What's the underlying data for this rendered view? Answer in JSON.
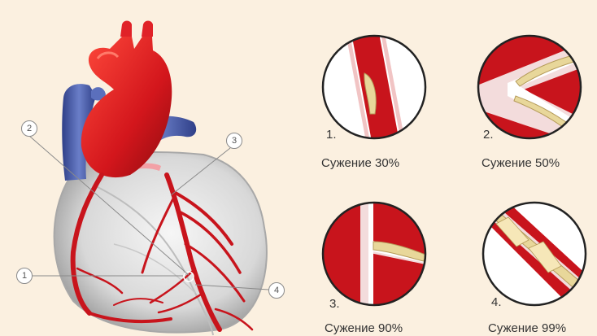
{
  "callouts": [
    "1",
    "2",
    "3",
    "4"
  ],
  "panels": [
    {
      "number": "1.",
      "label": "Сужение 30%",
      "narrowing_percent": 30
    },
    {
      "number": "2.",
      "label": "Сужение 50%",
      "narrowing_percent": 50
    },
    {
      "number": "3.",
      "label": "Сужение 90%",
      "narrowing_percent": 90
    },
    {
      "number": "4.",
      "label": "Сужение 99%",
      "narrowing_percent": 99
    }
  ],
  "colors": {
    "background": "#fbf0e0",
    "artery_red": "#c8141c",
    "aorta_red": "#d91e22",
    "vein_blue": "#4a5fae",
    "heart_tissue": "#dcdcdc",
    "plaque": "#e8d79a"
  }
}
